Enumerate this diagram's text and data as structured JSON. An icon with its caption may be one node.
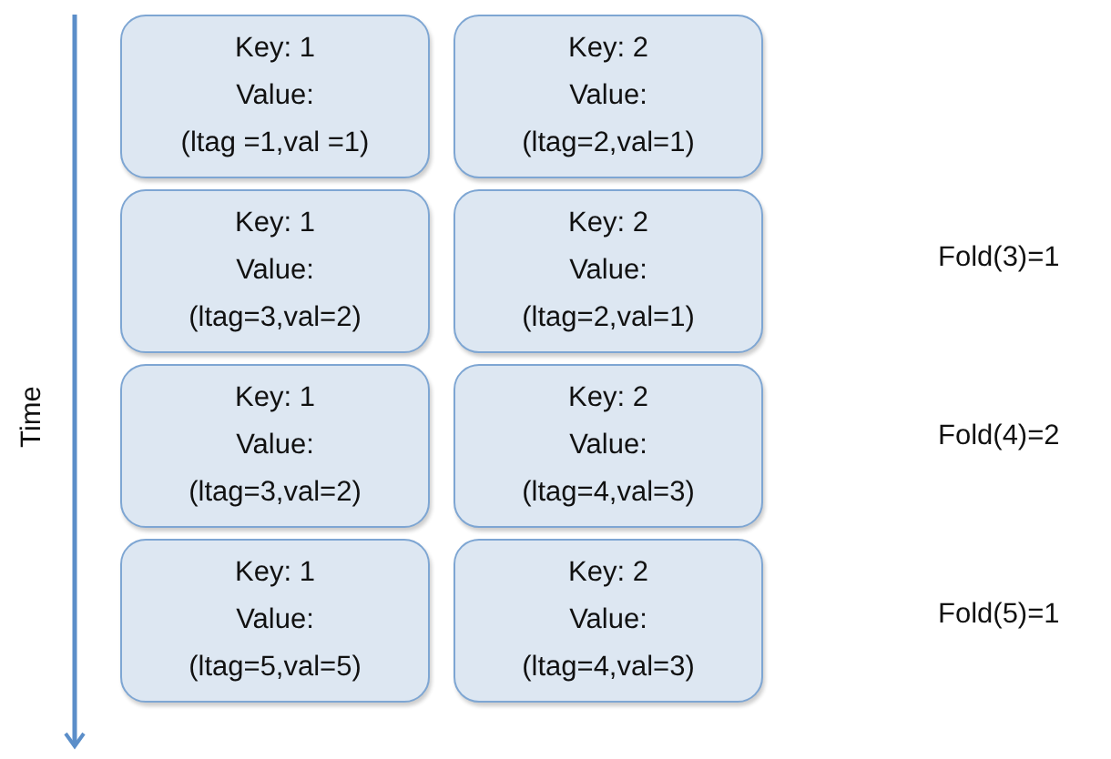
{
  "diagram": {
    "nodes": [
      {
        "text": [
          "Key: 1",
          "Value:",
          "(ltag =1,val =1)"
        ]
      },
      {
        "text": [
          "Key: 2",
          "Value:",
          "(ltag=2,val=1)"
        ]
      },
      {
        "text": [
          "Key: 1",
          "Value:",
          "(ltag=3,val=2)"
        ]
      },
      {
        "text": [
          "Key: 2",
          "Value:",
          "(ltag=2,val=1)"
        ]
      },
      {
        "text": [
          "Key: 1",
          "Value:",
          "(ltag=3,val=2)"
        ]
      },
      {
        "text": [
          "Key: 2",
          "Value:",
          "(ltag=4,val=3)"
        ]
      },
      {
        "text": [
          "Key: 1",
          "Value:",
          "(ltag=5,val=5)"
        ]
      },
      {
        "text": [
          "Key: 2",
          "Value:",
          "(ltag=4,val=3)"
        ]
      }
    ],
    "labels": [
      "Time",
      "Fold(3)=1",
      "Fold(4)=2",
      "Fold(5)=1"
    ]
  }
}
